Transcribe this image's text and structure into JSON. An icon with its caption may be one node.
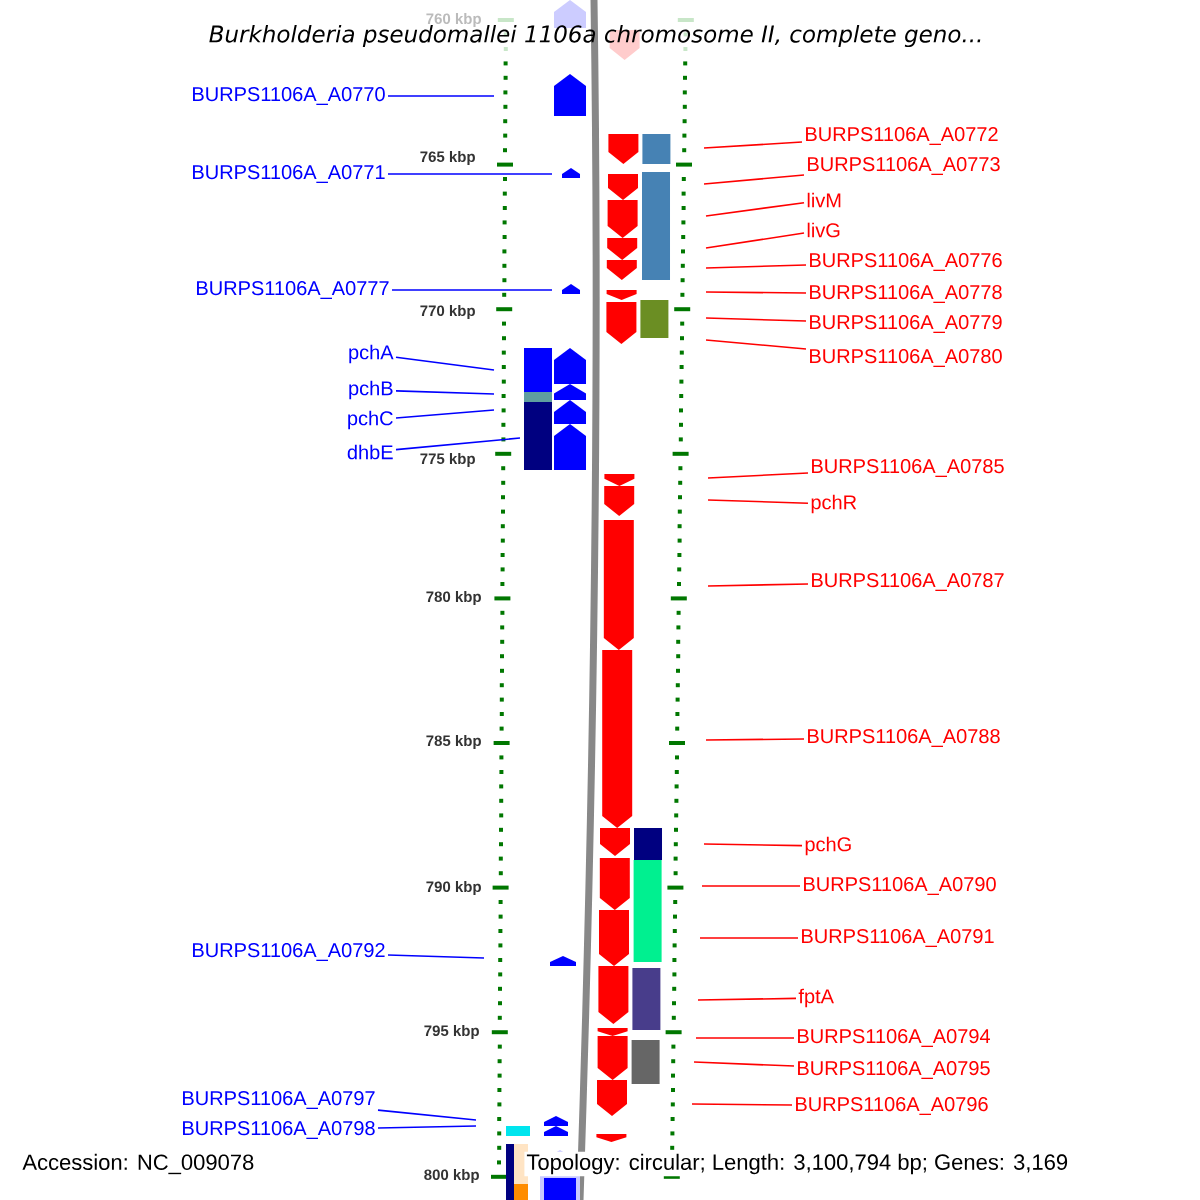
{
  "diagram": {
    "title": "Burkholderia pseudomallei 1106a chromosome II, complete geno...",
    "nodes": [
      {
        "text": [
          "BURPS1106A_A0770"
        ]
      },
      {
        "text": [
          "BURPS1106A_A0771"
        ]
      },
      {
        "text": [
          "BURPS1106A_A0777"
        ]
      },
      {
        "text": [
          "pchA"
        ]
      },
      {
        "text": [
          "pchB"
        ]
      },
      {
        "text": [
          "pchC"
        ]
      },
      {
        "text": [
          "dhbE"
        ]
      },
      {
        "text": [
          "BURPS1106A_A0792"
        ]
      },
      {
        "text": [
          "BURPS1106A_A0797"
        ]
      },
      {
        "text": [
          "BURPS1106A_A0798"
        ]
      },
      {
        "text": [
          "BURPS1106A_A0772"
        ]
      },
      {
        "text": [
          "BURPS1106A_A0773"
        ]
      },
      {
        "text": [
          "livM"
        ]
      },
      {
        "text": [
          "livG"
        ]
      },
      {
        "text": [
          "BURPS1106A_A0776"
        ]
      },
      {
        "text": [
          "BURPS1106A_A0778"
        ]
      },
      {
        "text": [
          "BURPS1106A_A0779"
        ]
      },
      {
        "text": [
          "BURPS1106A_A0780"
        ]
      },
      {
        "text": [
          "BURPS1106A_A0785"
        ]
      },
      {
        "text": [
          "pchR"
        ]
      },
      {
        "text": [
          "BURPS1106A_A0787"
        ]
      },
      {
        "text": [
          "BURPS1106A_A0788"
        ]
      },
      {
        "text": [
          "pchG"
        ]
      },
      {
        "text": [
          "BURPS1106A_A0790"
        ]
      },
      {
        "text": [
          "BURPS1106A_A0791"
        ]
      },
      {
        "text": [
          "fptA"
        ]
      },
      {
        "text": [
          "BURPS1106A_A0794"
        ]
      },
      {
        "text": [
          "BURPS1106A_A0795"
        ]
      },
      {
        "text": [
          "BURPS1106A_A0796"
        ]
      }
    ],
    "edges": [
      {
        "from": 0,
        "to": null,
        "arrow": "none",
        "color": "#0000ff"
      },
      {
        "from": 1,
        "to": null,
        "arrow": "none",
        "color": "#0000ff"
      },
      {
        "from": 2,
        "to": null,
        "arrow": "none",
        "color": "#0000ff"
      },
      {
        "from": 3,
        "to": null,
        "arrow": "none",
        "color": "#0000ff"
      },
      {
        "from": 4,
        "to": null,
        "arrow": "none",
        "color": "#0000ff"
      },
      {
        "from": 5,
        "to": null,
        "arrow": "none",
        "color": "#0000ff"
      },
      {
        "from": 6,
        "to": null,
        "arrow": "none",
        "color": "#0000ff"
      },
      {
        "from": 7,
        "to": null,
        "arrow": "none",
        "color": "#0000ff"
      },
      {
        "from": 8,
        "to": null,
        "arrow": "none",
        "color": "#0000ff"
      },
      {
        "from": 9,
        "to": null,
        "arrow": "none",
        "color": "#0000ff"
      },
      {
        "from": 10,
        "to": null,
        "arrow": "none"
      },
      {
        "from": 11,
        "to": null,
        "arrow": "none"
      },
      {
        "from": 12,
        "to": null,
        "arrow": "none"
      },
      {
        "from": 13,
        "to": null,
        "arrow": "none"
      },
      {
        "from": 14,
        "to": null,
        "arrow": "none"
      },
      {
        "from": 15,
        "to": null,
        "arrow": "none"
      },
      {
        "from": 16,
        "to": null,
        "arrow": "none"
      },
      {
        "from": 17,
        "to": null,
        "arrow": "none"
      },
      {
        "from": 18,
        "to": null,
        "arrow": "none"
      },
      {
        "from": 19,
        "to": null,
        "arrow": "none"
      },
      {
        "from": 20,
        "to": null,
        "arrow": "none"
      },
      {
        "from": 21,
        "to": null,
        "arrow": "none"
      },
      {
        "from": 22,
        "to": null,
        "arrow": "none"
      },
      {
        "from": 23,
        "to": null,
        "arrow": "none"
      },
      {
        "from": 24,
        "to": null,
        "arrow": "none"
      },
      {
        "from": 25,
        "to": null,
        "arrow": "none"
      },
      {
        "from": 26,
        "to": null,
        "arrow": "none"
      },
      {
        "from": 27,
        "to": null,
        "arrow": "none"
      },
      {
        "from": 28,
        "to": null,
        "arrow": "none"
      }
    ],
    "labels": [
      "760 kbp",
      "765 kbp",
      "770 kbp",
      "775 kbp",
      "780 kbp",
      "785 kbp",
      "790 kbp",
      "795 kbp",
      "800 kbp",
      "Accession: NC_009078",
      "Topology: circular; Length: 3,100,794 bp; Genes: 3,169"
    ]
  }
}
